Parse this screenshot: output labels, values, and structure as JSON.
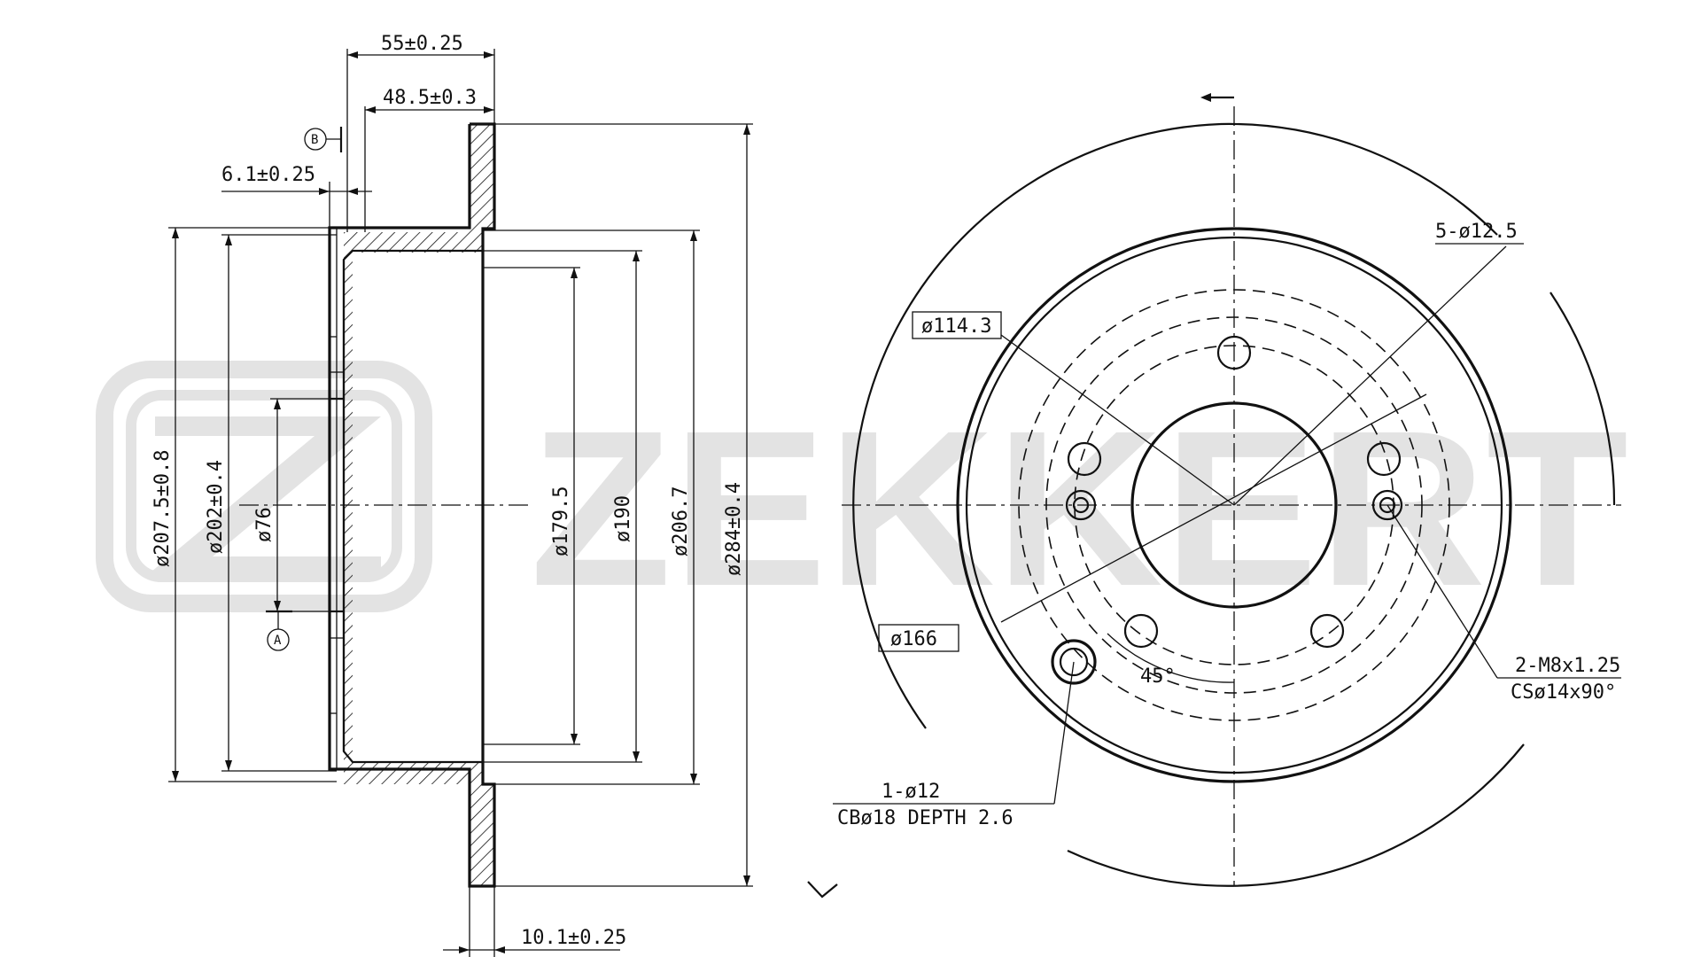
{
  "brand": {
    "watermark_text": "ZEKKERT",
    "watermark_color": "#e3e3e3"
  },
  "section_view": {
    "overall_width": "55±0.25",
    "hub_depth": "48.5±0.3",
    "hat_wall": "6.1±0.25",
    "disc_thickness": "10.1±0.25",
    "outer_diameter": "ø284±0.4",
    "friction_inner": "ø207.5±0.8",
    "hat_inner": "ø202±0.4",
    "centre_bore": "ø76",
    "pilot": "ø179.5",
    "hat_outer": "ø190",
    "hat_flange": "ø206.7",
    "datum_a": "A",
    "datum_b": "B"
  },
  "front_view": {
    "bolt_holes": "5-ø12.5",
    "pcd": "ø114.3",
    "secondary_pcd": "ø166",
    "angle": "45°",
    "thread_holes_line1": "2-M8x1.25",
    "thread_holes_line2": "CSø14x90°",
    "pin_hole_line1": "1-ø12",
    "pin_hole_line2": "CBø18 DEPTH 2.6"
  },
  "colors": {
    "ink": "#111111",
    "background": "#ffffff"
  }
}
